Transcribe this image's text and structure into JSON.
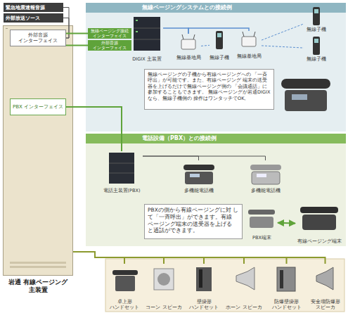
{
  "diagram": {
    "nodes": [
      {
        "text": [
          "緊急地震速報音源"
        ]
      },
      {
        "text": [
          "外部放送ソース"
        ]
      },
      {
        "text": [
          "岩通 有線ページング 主装置"
        ]
      },
      {
        "text": [
          "外部音源 インターフェイス"
        ],
        "in": 2
      },
      {
        "text": [
          "PBX インターフェイス"
        ],
        "in": 2
      },
      {
        "text": [
          "無線ページングシステムとの接続例"
        ]
      },
      {
        "text": [
          "無線ページング接続 インターフェイス"
        ],
        "in": 5
      },
      {
        "text": [
          "外部音源 インターフェイス"
        ],
        "in": 5
      },
      {
        "text": [
          "DIGIX 主装置"
        ],
        "in": 5
      },
      {
        "text": [
          "無線基地局"
        ],
        "in": 5
      },
      {
        "text": [
          "無線子機"
        ],
        "in": 5
      },
      {
        "text": [
          "無線基地局"
        ],
        "in": 5
      },
      {
        "text": [
          "無線子機"
        ],
        "in": 5
      },
      {
        "text": [
          "無線子機"
        ],
        "in": 5
      },
      {
        "text": [
          "無線ページングの子機から有線ページングへの 「一斉呼出」が可能です。また、有線ページング 端末の送受器を上げるだけで無線ページング側の 「会議通話」に参加することもできます。 無線ページングが岩通DIGIXなら、無線子機側の 操作はワンタッチでOK。"
        ],
        "in": 5
      },
      {
        "text": [
          "電話設備（PBX）との接続例"
        ]
      },
      {
        "text": [
          "電話主装置(PBX)"
        ],
        "in": 15
      },
      {
        "text": [
          "多機能電話機"
        ],
        "in": 15
      },
      {
        "text": [
          "多機能電話機"
        ],
        "in": 15
      },
      {
        "text": [
          "PBXの側から有線ページングに対 して「一斉呼出」ができます。有線 ページング端末の送受器を上げる と通話ができます。"
        ],
        "in": 15
      },
      {
        "text": [
          "PBX端末"
        ],
        "in": 15
      },
      {
        "text": [
          "有線ページング端末"
        ],
        "in": 15
      },
      {
        "text": [
          "卓上形 ハンドセット"
        ]
      },
      {
        "text": [
          "コーン スピーカ"
        ]
      },
      {
        "text": [
          "壁掛形 ハンドセット"
        ]
      },
      {
        "text": [
          "ホーン スピーカ"
        ]
      },
      {
        "text": [
          "防爆壁掛形 ハンドセット"
        ]
      },
      {
        "text": [
          "安全増防爆形 スピーカ"
        ]
      }
    ],
    "edges": [
      {
        "from": 0,
        "to": 3,
        "arrow": "none"
      },
      {
        "from": 1,
        "to": 3,
        "arrow": "none"
      },
      {
        "from": 3,
        "to": 6,
        "arrow": "none"
      },
      {
        "from": 3,
        "to": 7,
        "arrow": "none"
      },
      {
        "from": 8,
        "to": 9,
        "arrow": "none"
      },
      {
        "from": 9,
        "to": 11,
        "arrow": "none"
      },
      {
        "from": 9,
        "to": 10,
        "arrow": "none"
      },
      {
        "from": 11,
        "to": 12,
        "arrow": "none"
      },
      {
        "from": 11,
        "to": 13,
        "arrow": "none"
      },
      {
        "from": 4,
        "to": 16,
        "arrow": "none"
      },
      {
        "from": 16,
        "to": 17,
        "arrow": "none"
      },
      {
        "from": 16,
        "to": 18,
        "arrow": "none"
      },
      {
        "from": 20,
        "to": 21,
        "arrow": "both"
      },
      {
        "from": 2,
        "to": 22,
        "arrow": "none"
      },
      {
        "from": 2,
        "to": 23,
        "arrow": "none"
      },
      {
        "from": 2,
        "to": 24,
        "arrow": "none"
      },
      {
        "from": 2,
        "to": 25,
        "arrow": "none"
      },
      {
        "from": 2,
        "to": 26,
        "arrow": "none"
      },
      {
        "from": 2,
        "to": 27,
        "arrow": "none"
      }
    ]
  }
}
